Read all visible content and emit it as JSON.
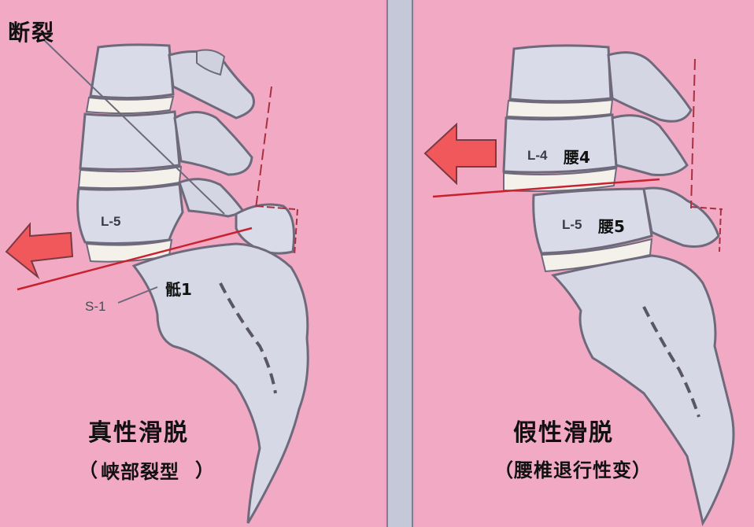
{
  "left": {
    "fracture_label": "断裂",
    "vertebra_l5": "L-5",
    "sacrum_code": "S-1",
    "sacrum_label": "骶1",
    "title": "真性滑脱",
    "subtitle_open": "（",
    "subtitle": "峡部裂型",
    "subtitle_close": "）",
    "arrow": "arrow-left-icon"
  },
  "right": {
    "vertebra_l4": "L-4",
    "l4_label": "腰4",
    "vertebra_l5": "L-5",
    "l5_label": "腰5",
    "title": "假性滑脱",
    "subtitle": "（腰椎退行性变）",
    "arrow": "arrow-left-icon"
  },
  "colors": {
    "background": "#f2a9c4",
    "bone": "#d9dbe8",
    "bone_outline": "#6e6a7c",
    "disc": "#f4f1ea",
    "arrow_fill": "#f0585c",
    "guide_line": "#c7222e",
    "divider": "#c4c8d8"
  }
}
